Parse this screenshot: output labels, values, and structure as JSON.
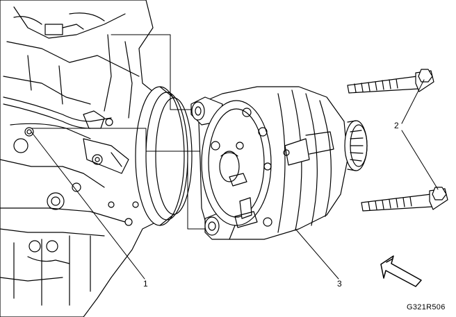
{
  "callouts": {
    "c1": "1",
    "c2": "2",
    "c3": "3"
  },
  "figure_id": "G321R506",
  "colors": {
    "line": "#000000",
    "background": "#ffffff"
  },
  "icons": {
    "direction_arrow": "view-direction-arrow-icon"
  }
}
